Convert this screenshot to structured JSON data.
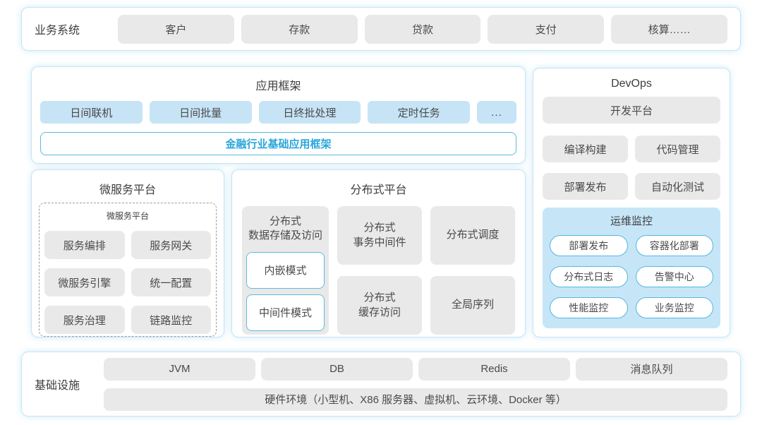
{
  "colors": {
    "panel_border": "#c4e6f4",
    "gray_button": "#e9e9e9",
    "blue_button": "#c6e4f6",
    "monitor_bg": "#c6e6f8",
    "accent_blue_text": "#29a7da",
    "accent_blue_border": "#5cbbe2",
    "text": "#4a4a4a"
  },
  "business_systems": {
    "label": "业务系统",
    "items": [
      "客户",
      "存款",
      "贷款",
      "支付",
      "核算……"
    ]
  },
  "app_framework": {
    "title": "应用框架",
    "modes": [
      "日间联机",
      "日间批量",
      "日终批处理",
      "定时任务",
      "..."
    ],
    "base": "金融行业基础应用框架"
  },
  "microservice": {
    "title": "微服务平台",
    "inner_title": "微服务平台",
    "items": [
      "服务编排",
      "服务网关",
      "微服务引擎",
      "统一配置",
      "服务治理",
      "链路监控"
    ]
  },
  "distributed": {
    "title": "分布式平台",
    "storage": {
      "title": "分布式\n数据存储及访问",
      "modes": [
        "内嵌模式",
        "中间件模式"
      ]
    },
    "cells": {
      "transaction": "分布式\n事务中间件",
      "scheduler": "分布式调度",
      "cache": "分布式\n缓存访问",
      "sequence": "全局序列"
    }
  },
  "devops": {
    "title": "DevOps",
    "platform": "开发平台",
    "tools": [
      "编译构建",
      "代码管理",
      "部署发布",
      "自动化测试"
    ],
    "monitor": {
      "title": "运维监控",
      "items": [
        "部署发布",
        "容器化部署",
        "分布式日志",
        "告警中心",
        "性能监控",
        "业务监控"
      ]
    }
  },
  "infrastructure": {
    "label": "基础设施",
    "items": [
      "JVM",
      "DB",
      "Redis",
      "消息队列"
    ],
    "hardware": "硬件环境（小型机、X86 服务器、虚拟机、云环境、Docker 等）"
  }
}
